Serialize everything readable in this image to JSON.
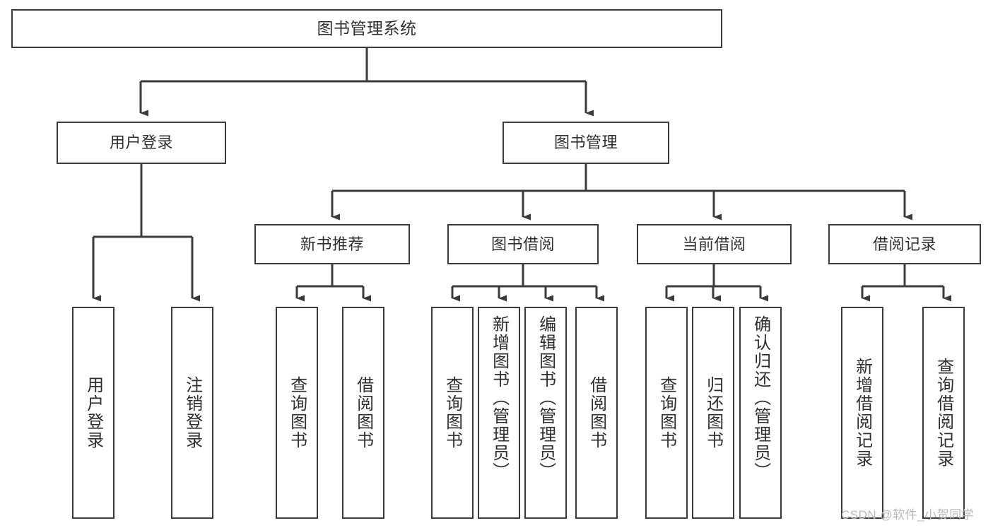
{
  "diagram": {
    "type": "tree-hierarchy",
    "title": "图书管理系统",
    "root": {
      "label": "图书管理系统"
    },
    "level1": [
      {
        "id": "user-login",
        "label": "用户登录"
      },
      {
        "id": "book-manage",
        "label": "图书管理"
      }
    ],
    "level2": [
      {
        "id": "new-book-recommend",
        "label": "新书推荐",
        "parent": "book-manage"
      },
      {
        "id": "book-borrow",
        "label": "图书借阅",
        "parent": "book-manage"
      },
      {
        "id": "current-borrow",
        "label": "当前借阅",
        "parent": "book-manage"
      },
      {
        "id": "borrow-record",
        "label": "借阅记录",
        "parent": "book-manage"
      }
    ],
    "leaves": [
      {
        "id": "leaf-user-login",
        "label": "用户登录",
        "parent": "user-login"
      },
      {
        "id": "leaf-logout-login",
        "label": "注销登录",
        "parent": "user-login"
      },
      {
        "id": "leaf-query-book-1",
        "label": "查询图书",
        "parent": "new-book-recommend"
      },
      {
        "id": "leaf-borrow-book-1",
        "label": "借阅图书",
        "parent": "new-book-recommend"
      },
      {
        "id": "leaf-query-book-2",
        "label": "查询图书",
        "parent": "book-borrow"
      },
      {
        "id": "leaf-add-book",
        "label": "新增图书（管理员）",
        "parent": "book-borrow"
      },
      {
        "id": "leaf-edit-book",
        "label": "编辑图书（管理员）",
        "parent": "book-borrow"
      },
      {
        "id": "leaf-borrow-book-2",
        "label": "借阅图书",
        "parent": "book-borrow"
      },
      {
        "id": "leaf-query-book-3",
        "label": "查询图书",
        "parent": "current-borrow"
      },
      {
        "id": "leaf-return-book",
        "label": "归还图书",
        "parent": "current-borrow"
      },
      {
        "id": "leaf-confirm-return",
        "label": "确认归还（管理员）",
        "parent": "current-borrow"
      },
      {
        "id": "leaf-add-record",
        "label": "新增借阅记录",
        "parent": "borrow-record"
      },
      {
        "id": "leaf-query-record",
        "label": "查询借阅记录",
        "parent": "borrow-record"
      }
    ],
    "colors": {
      "stroke": "#3b3b3b",
      "background": "#ffffff",
      "text": "#2f2f2f",
      "watermark": "#b9b9b9"
    }
  },
  "watermark": {
    "text": "CSDN @软件_小贺同学"
  }
}
